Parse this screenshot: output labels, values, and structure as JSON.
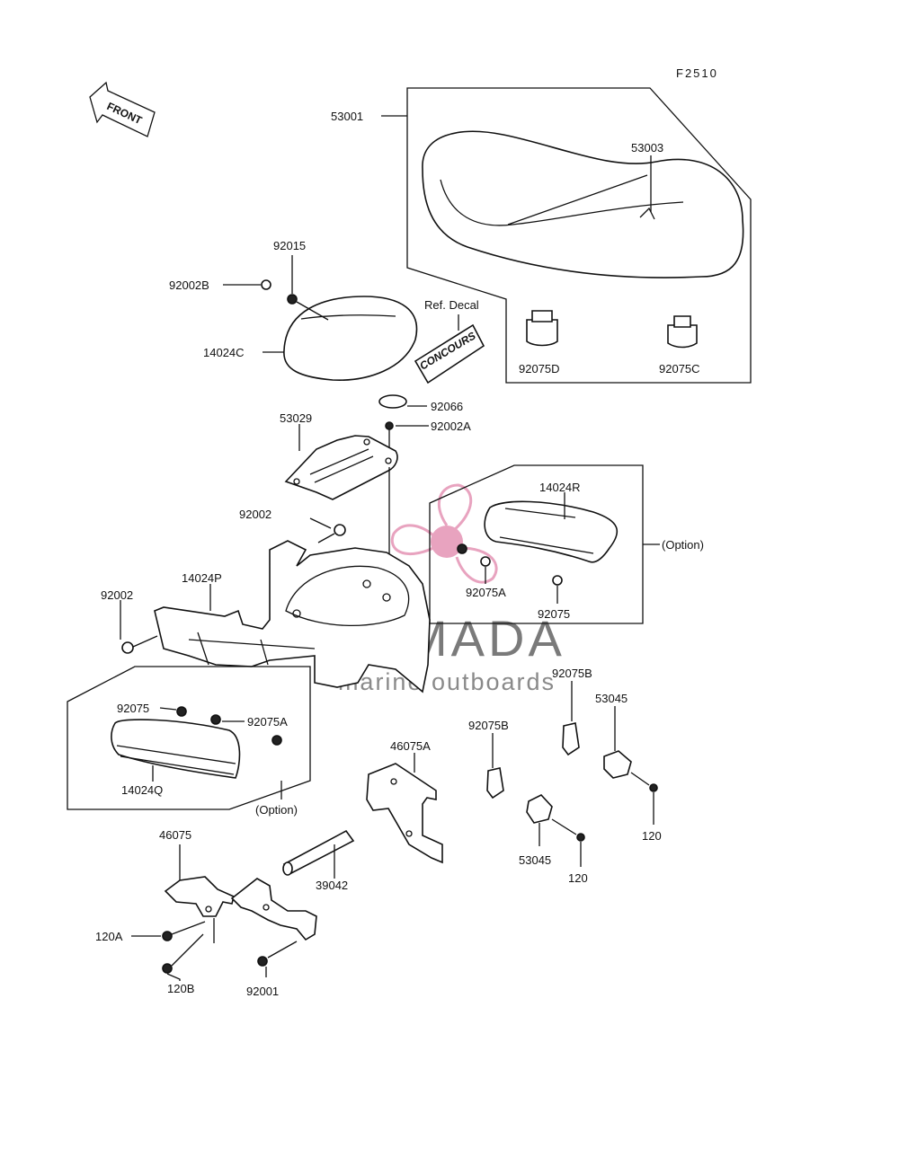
{
  "diagram": {
    "code": "F2510",
    "front_arrow": "FRONT",
    "decal_ref": "Ref. Decal",
    "decal_text": "CONCOURS",
    "option_label": "(Option)",
    "watermark": {
      "brand": "ARMADA",
      "tagline": "marine outboards",
      "colors": {
        "propeller": "#e8a3bf",
        "text": "#7a7a7a"
      }
    },
    "parts": {
      "p53001": "53001",
      "p53003": "53003",
      "p92015": "92015",
      "p92002B": "92002B",
      "p14024C": "14024C",
      "p92075D": "92075D",
      "p92075C": "92075C",
      "p92066": "92066",
      "p53029": "53029",
      "p92002A": "92002A",
      "p14024R": "14024R",
      "p92002_top": "92002",
      "p14024P": "14024P",
      "p92002_left": "92002",
      "p92075A_r": "92075A",
      "p92075_r": "92075",
      "p92075_l": "92075",
      "p92075A_l": "92075A",
      "p14024Q": "14024Q",
      "p92075B_a": "92075B",
      "p53045_a": "53045",
      "p92075B_b": "92075B",
      "p46075A": "46075A",
      "p120_a": "120",
      "p53045_b": "53045",
      "p120_b": "120",
      "p46075": "46075",
      "p39042": "39042",
      "p120A": "120A",
      "p120B": "120B",
      "p92001": "92001"
    }
  }
}
